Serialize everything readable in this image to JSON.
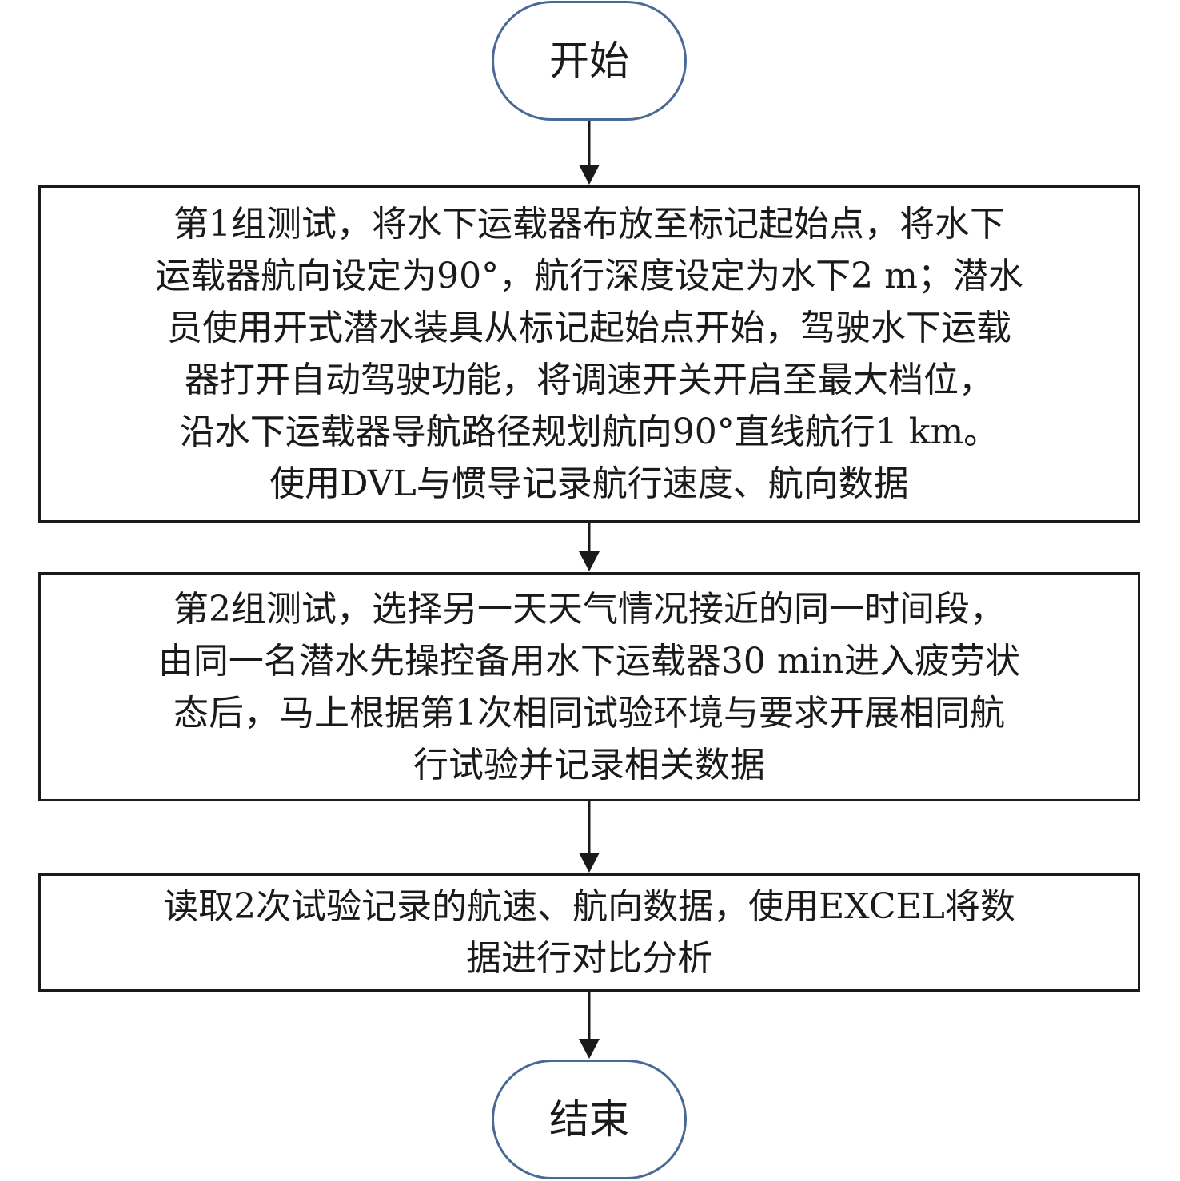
{
  "flowchart": {
    "start": {
      "label": "开始"
    },
    "steps": [
      {
        "id": "step-1",
        "lines": [
          "第1组测试，将水下运载器布放至标记起始点，将水下",
          "运载器航向设定为90°，航行深度设定为水下2 m；潜水",
          "员使用开式潜水装具从标记起始点开始，驾驶水下运载",
          "器打开自动驾驶功能，将调速开关开启至最大档位，",
          "沿水下运载器导航路径规划航向90°直线航行1 km。",
          "使用DVL与惯导记录航行速度、航向数据"
        ]
      },
      {
        "id": "step-2",
        "lines": [
          "第2组测试，选择另一天天气情况接近的同一时间段，",
          "由同一名潜水先操控备用水下运载器30 min进入疲劳状",
          "态后，马上根据第1次相同试验环境与要求开展相同航",
          "行试验并记录相关数据"
        ]
      },
      {
        "id": "step-3",
        "lines": [
          "读取2次试验记录的航速、航向数据，使用EXCEL将数",
          "据进行对比分析"
        ]
      }
    ],
    "end": {
      "label": "结束"
    }
  },
  "colors": {
    "terminal_border": "#4a6a96",
    "box_border": "#1a1a1a",
    "arrow": "#1a1a1a",
    "text": "#1a1a1a"
  }
}
